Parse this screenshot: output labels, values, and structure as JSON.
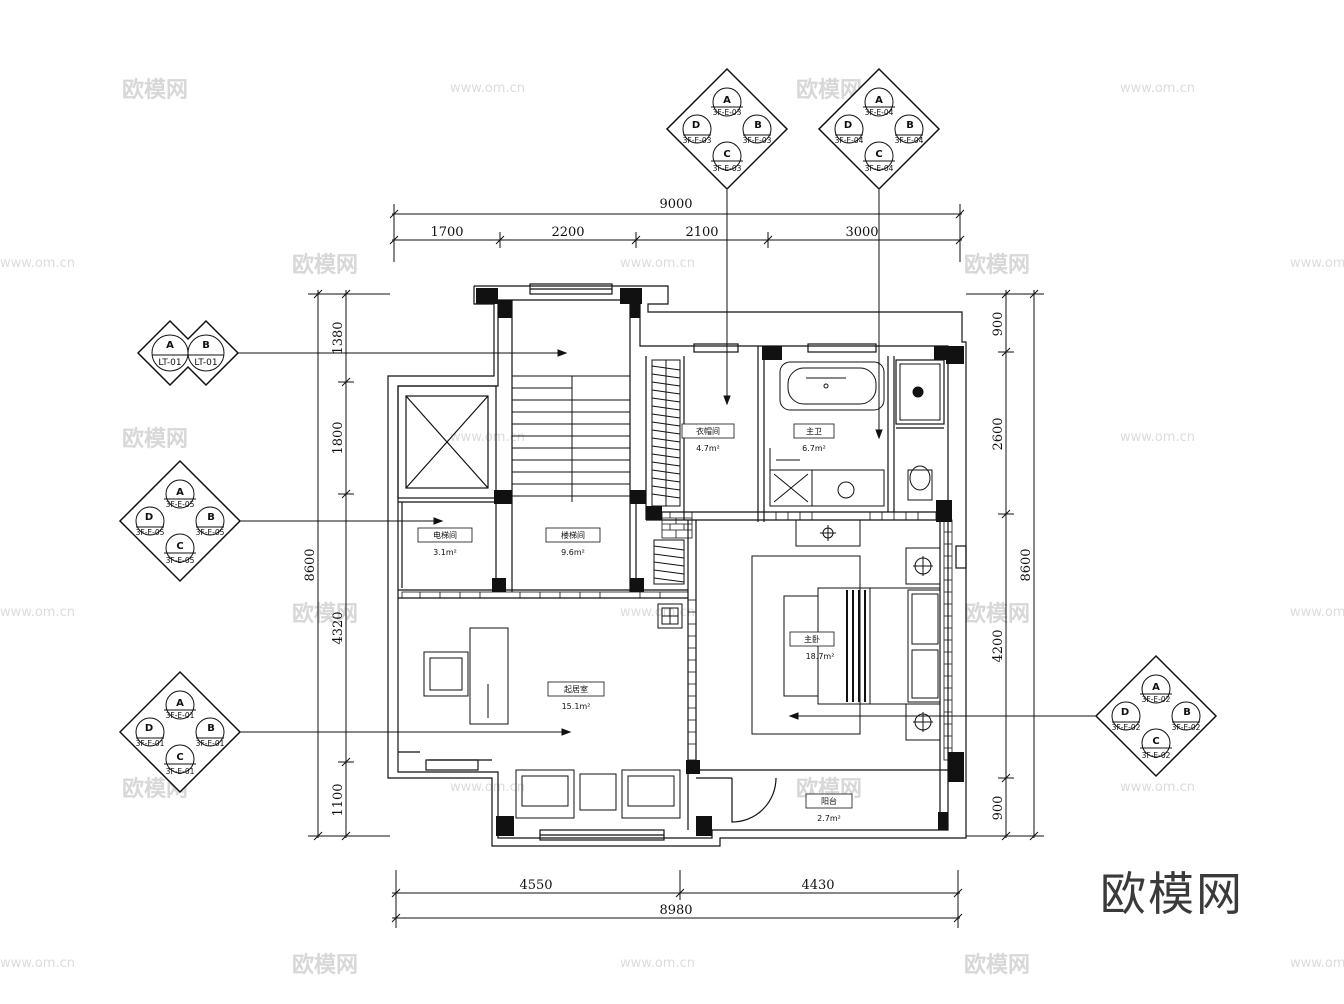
{
  "watermark": {
    "brand": "欧模网",
    "url": "www.om.cn"
  },
  "logo": "欧模网",
  "dims_top": {
    "total": "9000",
    "segments": [
      "1700",
      "2200",
      "2100",
      "3000"
    ]
  },
  "dims_bottom": {
    "total": "8980",
    "segments": [
      "4550",
      "4430"
    ]
  },
  "dims_left": {
    "total": "8600",
    "segments": [
      "1380",
      "1800",
      "4320",
      "1100"
    ]
  },
  "dims_right": {
    "total": "8600",
    "segments": [
      "900",
      "2600",
      "4200",
      "900"
    ]
  },
  "rooms": {
    "cloakroom": {
      "name": "衣帽间",
      "area": "4.7m²"
    },
    "master_bath": {
      "name": "主卫",
      "area": "6.7m²"
    },
    "elevator_room": {
      "name": "电梯间",
      "area": "3.1m²"
    },
    "stair_room": {
      "name": "楼梯间",
      "area": "9.6m²"
    },
    "lounge": {
      "name": "起居室",
      "area": "15.1m²"
    },
    "bedroom": {
      "name": "主卧",
      "area": "18.7m²"
    },
    "balcony": {
      "name": "阳台",
      "area": "2.7m²"
    }
  },
  "tags": {
    "e03": {
      "a": "A",
      "b": "B",
      "c": "C",
      "d": "D",
      "code": "3F-E-03"
    },
    "e04": {
      "a": "A",
      "b": "B",
      "c": "C",
      "d": "D",
      "code": "3F-E-04"
    },
    "lt01": {
      "a": "A",
      "b": "B",
      "code": "LT-01"
    },
    "e05": {
      "a": "A",
      "b": "B",
      "c": "C",
      "d": "D",
      "code": "3F-E-05"
    },
    "e01": {
      "a": "A",
      "b": "B",
      "c": "C",
      "d": "D",
      "code": "3F-E-01"
    },
    "e02": {
      "a": "A",
      "b": "B",
      "c": "C",
      "d": "D",
      "code": "3F-E-02"
    }
  }
}
